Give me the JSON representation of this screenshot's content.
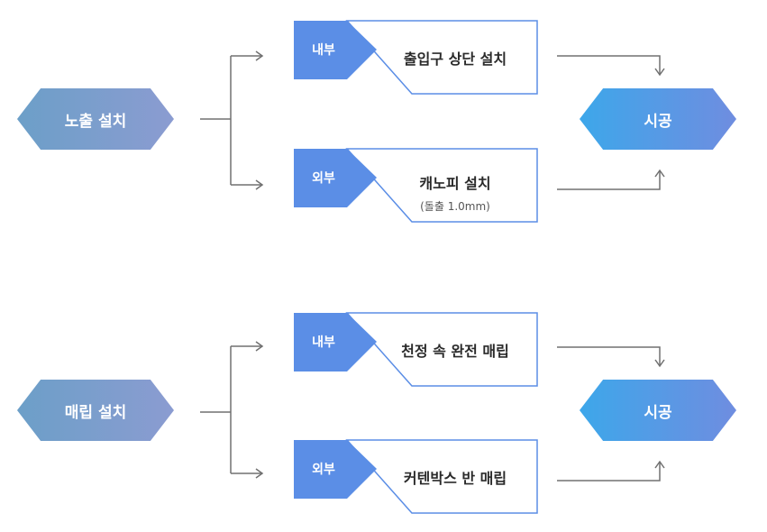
{
  "groups": [
    {
      "method": "노출 설치",
      "result": "시공",
      "options": [
        {
          "tag": "내부",
          "text": "출입구 상단 설치",
          "sub": ""
        },
        {
          "tag": "외부",
          "text": "캐노피 설치",
          "sub": "(돌출 1.0mm)"
        }
      ]
    },
    {
      "method": "매립 설치",
      "result": "시공",
      "options": [
        {
          "tag": "내부",
          "text": "천정 속 완전 매립",
          "sub": ""
        },
        {
          "tag": "외부",
          "text": "커텐박스 반 매립",
          "sub": ""
        }
      ]
    }
  ],
  "colors": {
    "tag": "#5b8ee6",
    "border": "#5b8ee6",
    "connector": "#707070"
  }
}
